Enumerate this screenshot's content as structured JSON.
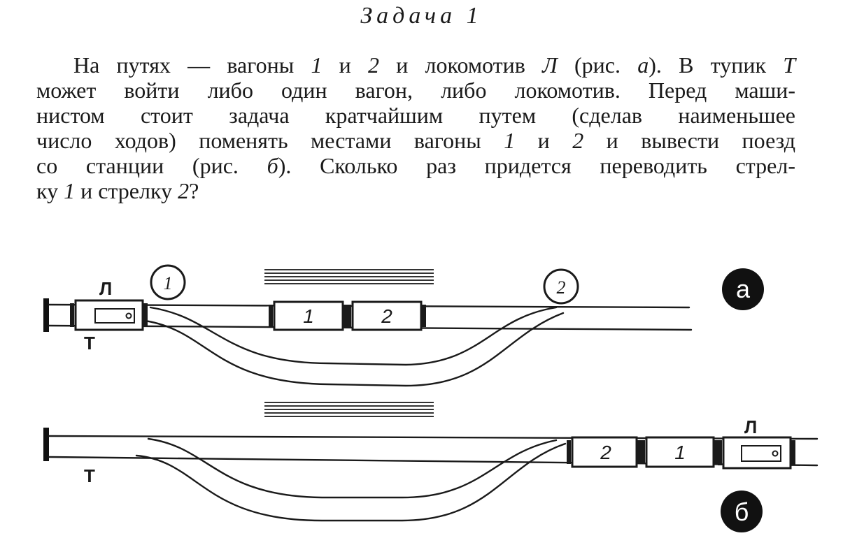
{
  "title": "Задача 1",
  "problem": {
    "l1_a": "На путях — вагоны ",
    "l1_car1": "1",
    "l1_b": " и ",
    "l1_car2": "2",
    "l1_c": " и локомотив ",
    "l1_loco": "Л",
    "l1_d": " (рис. ",
    "l1_fig_a": "а",
    "l1_e": "). В тупик ",
    "l1_dead_end": "Т",
    "l2": "может войти либо один вагон, либо локомотив. Перед маши-",
    "l3": "нистом стоит задача кратчайшим путем (сделав наименьшее",
    "l4_a": "число ходов) поменять местами вагоны ",
    "l4_car1": "1",
    "l4_b": " и ",
    "l4_car2": "2",
    "l4_c": " и вывести поезд",
    "l5_a": "со станции (рис. ",
    "l5_fig_b": "б",
    "l5_b": "). Сколько раз придется переводить стрел-",
    "l6_a": "ку ",
    "l6_sw1": "1",
    "l6_b": " и стрелку ",
    "l6_sw2": "2",
    "l6_c": "?"
  },
  "diagram": {
    "fig_a": {
      "label": "а",
      "loco_label": "Л",
      "dead_end_label": "Т",
      "switch1": "1",
      "switch2": "2",
      "car1": "1",
      "car2": "2"
    },
    "fig_b": {
      "label": "б",
      "loco_label": "Л",
      "dead_end_label": "Т",
      "car2": "2",
      "car1": "1"
    }
  }
}
